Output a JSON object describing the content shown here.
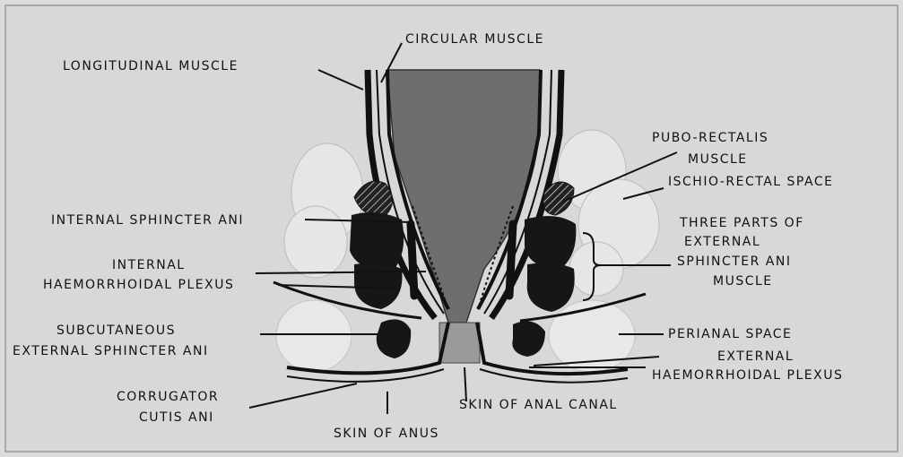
{
  "labels": {
    "circular_muscle": "CIRCULAR MUSCLE",
    "longitudinal_muscle": "LONGITUDINAL MUSCLE",
    "pubo_rectalis_1": "PUBO-RECTALIS",
    "pubo_rectalis_2": "MUSCLE",
    "ischio_rectal_space": "ISCHIO-RECTAL SPACE",
    "internal_sphincter_ani": "INTERNAL SPHINCTER ANI",
    "three_parts_1": "THREE PARTS OF",
    "three_parts_2": "EXTERNAL",
    "three_parts_3": "SPHINCTER ANI",
    "three_parts_4": "MUSCLE",
    "internal_haem_1": "INTERNAL",
    "internal_haem_2": "HAEMORRHOIDAL PLEXUS",
    "subcutaneous_1": "SUBCUTANEOUS",
    "subcutaneous_2": "EXTERNAL SPHINCTER ANI",
    "perianal_space": "PERIANAL SPACE",
    "external_haem_1": "EXTERNAL",
    "external_haem_2": "HAEMORRHOIDAL PLEXUS",
    "corrugator_1": "CORRUGATOR",
    "corrugator_2": "CUTIS ANI",
    "skin_anal_canal": "SKIN OF ANAL CANAL",
    "skin_of_anus": "SKIN OF ANUS"
  },
  "colors": {
    "background": "#dcdcdc",
    "ink": "#111111",
    "rectum": "#6e6e6e",
    "fat": "#e4e4e4"
  }
}
